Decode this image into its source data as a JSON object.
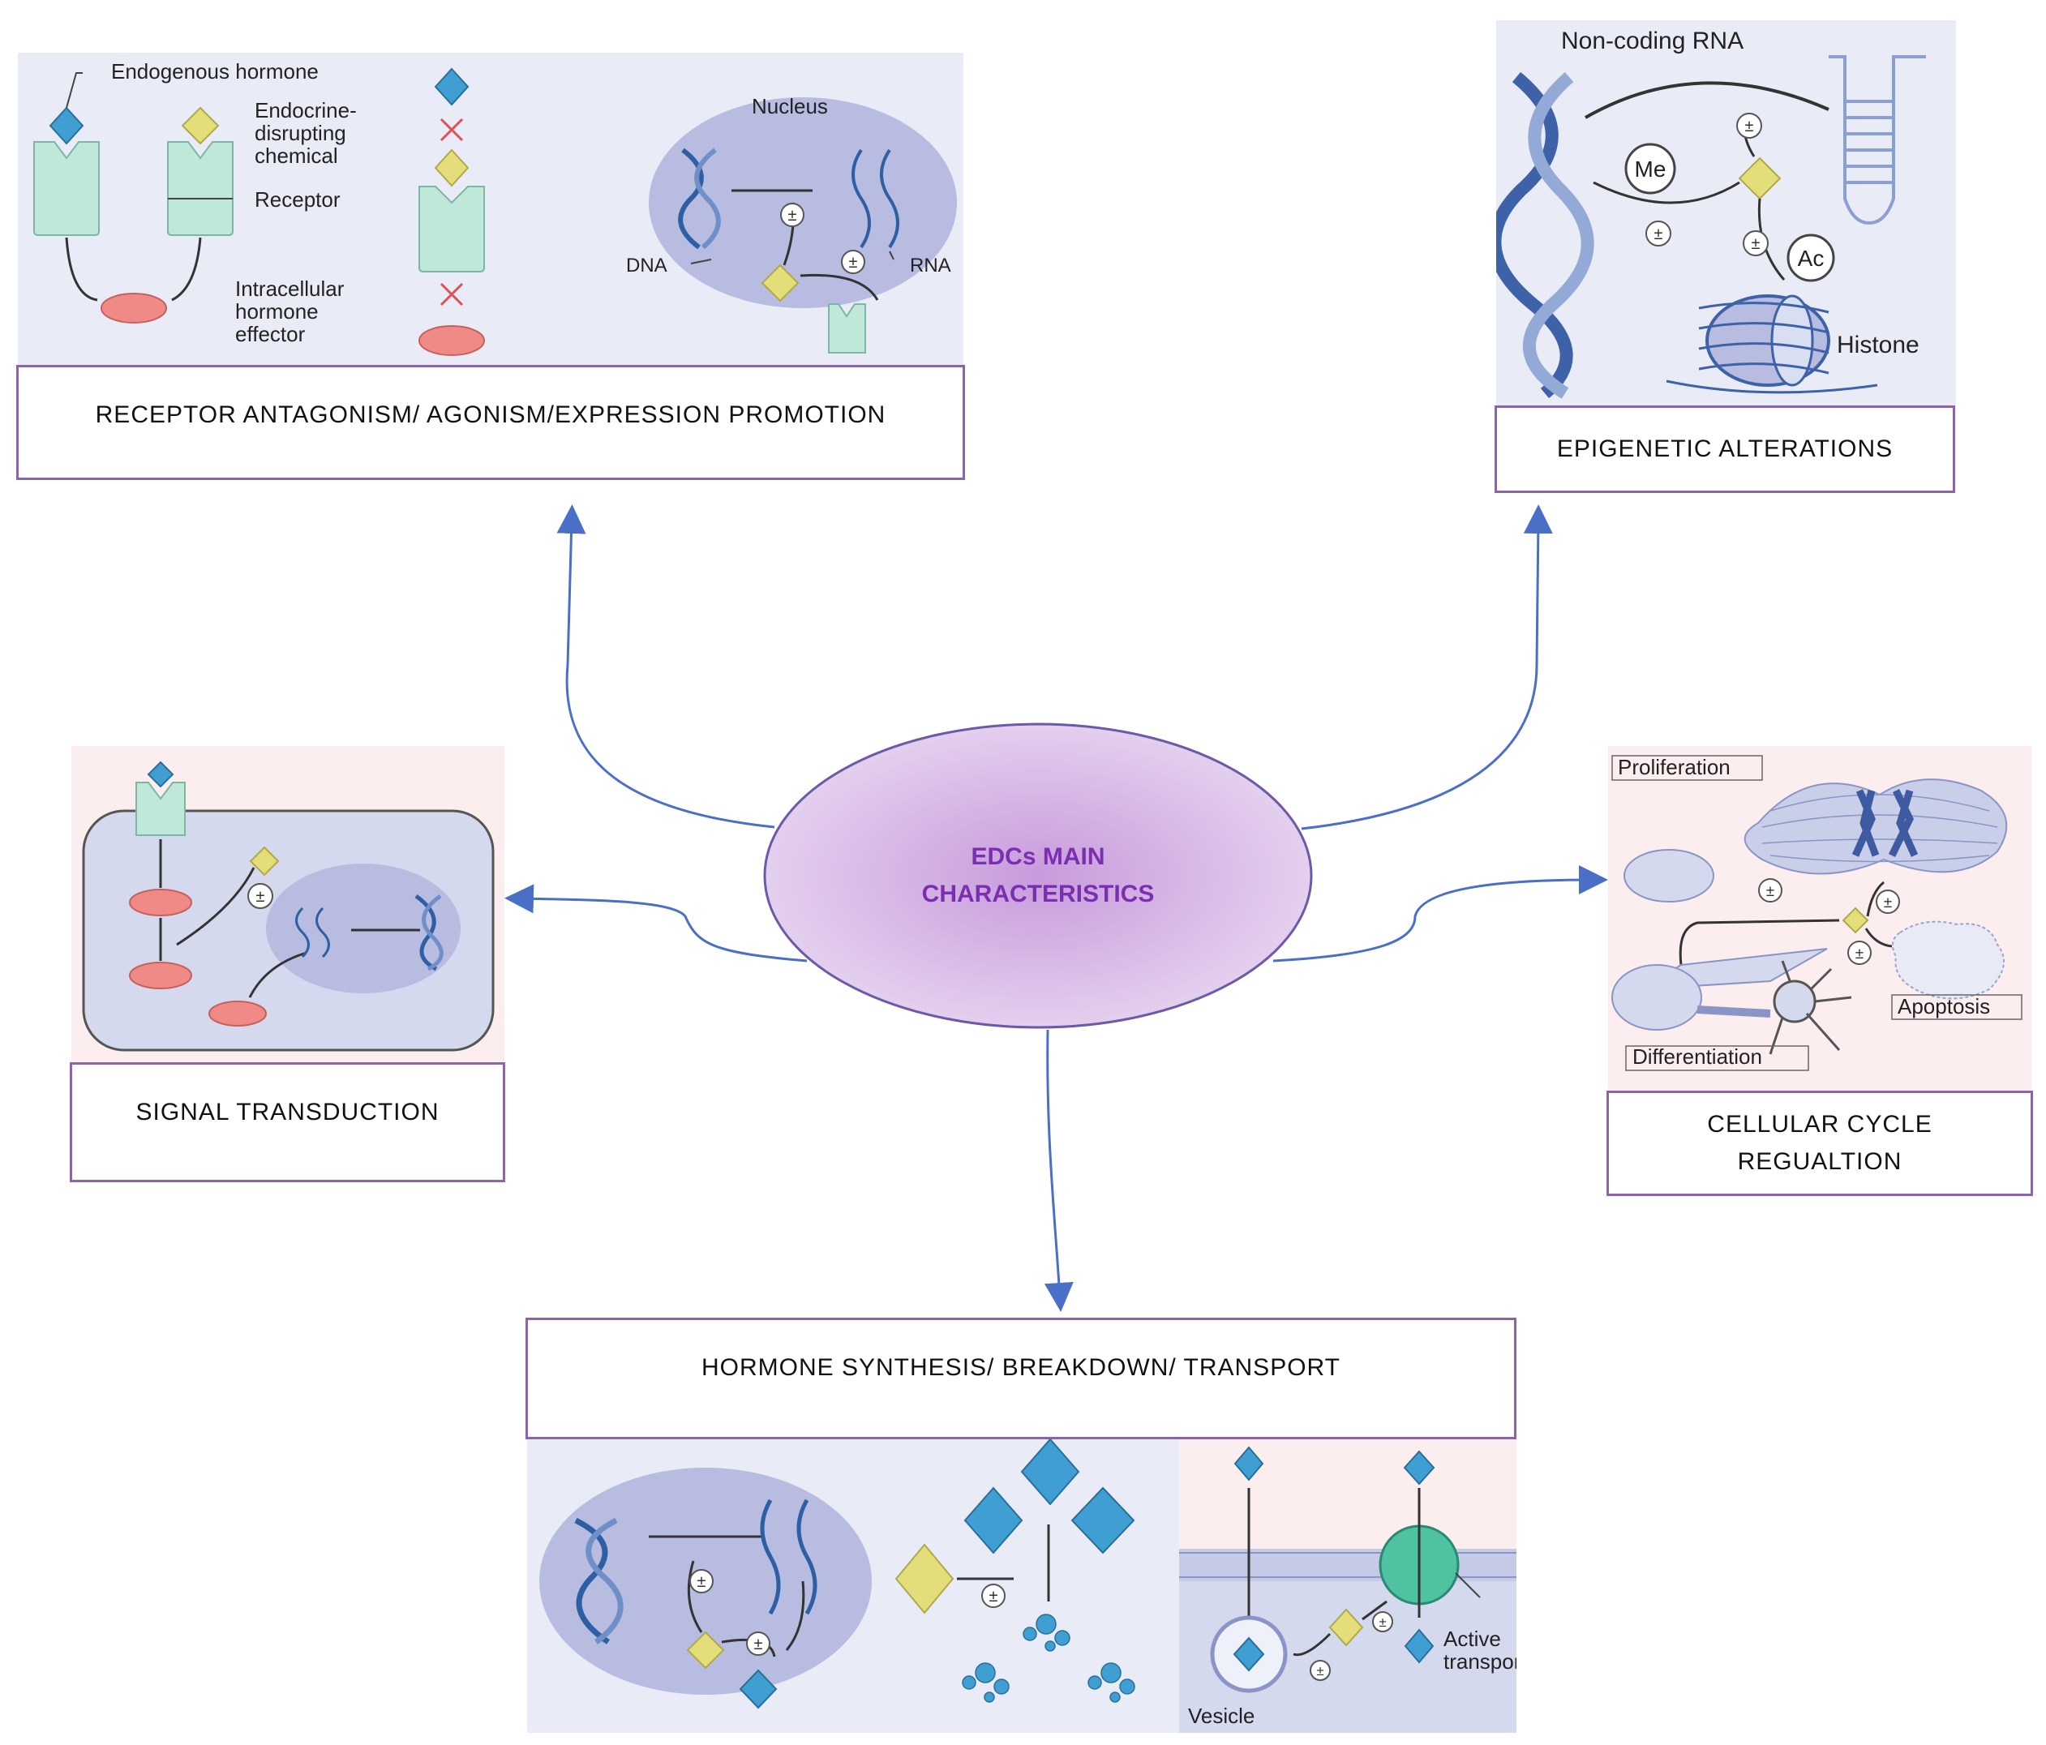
{
  "center": {
    "title": "EDCs MAIN\nCHARACTERISTICS"
  },
  "boxes": {
    "receptor": "RECEPTOR ANTAGONISM/ AGONISM/EXPRESSION PROMOTION",
    "epigenetic": "EPIGENETIC ALTERATIONS",
    "signal": "SIGNAL TRANSDUCTION",
    "cell_cycle": "CELLULAR CYCLE\nREGUALTION",
    "hormone": "HORMONE SYNTHESIS/ BREAKDOWN/ TRANSPORT"
  },
  "panel_receptor": {
    "endogenous_hormone": "Endogenous hormone",
    "edc_line1": "Endocrine-",
    "edc_line2": "disrupting",
    "edc_line3": "chemical",
    "receptor": "Receptor",
    "effector_line1": "Intracellular",
    "effector_line2": "hormone",
    "effector_line3": "effector",
    "nucleus": "Nucleus",
    "dna": "DNA",
    "rna": "RNA"
  },
  "panel_epigenetic": {
    "ncrna": "Non-coding RNA",
    "me": "Me",
    "ac": "Ac",
    "histone": "Histone"
  },
  "panel_cycle": {
    "proliferation": "Proliferation",
    "apoptosis": "Apoptosis",
    "differentiation": "Differentiation"
  },
  "panel_hormone": {
    "active1": "Active",
    "active2": "transporter",
    "vesicle": "Vesicle"
  },
  "symbols": {
    "plusminus": "±"
  },
  "colors": {
    "hormone": "#3f9fd3",
    "edc": "#e3dd7a",
    "receptor": "#bfe8d9",
    "effector": "#f08a86",
    "nucleus": "#b7bce0",
    "dna": "#2f5fa3",
    "box_border": "#8e63a8",
    "arrow": "#4a6fc7",
    "center_text": "#7a2fb0"
  }
}
